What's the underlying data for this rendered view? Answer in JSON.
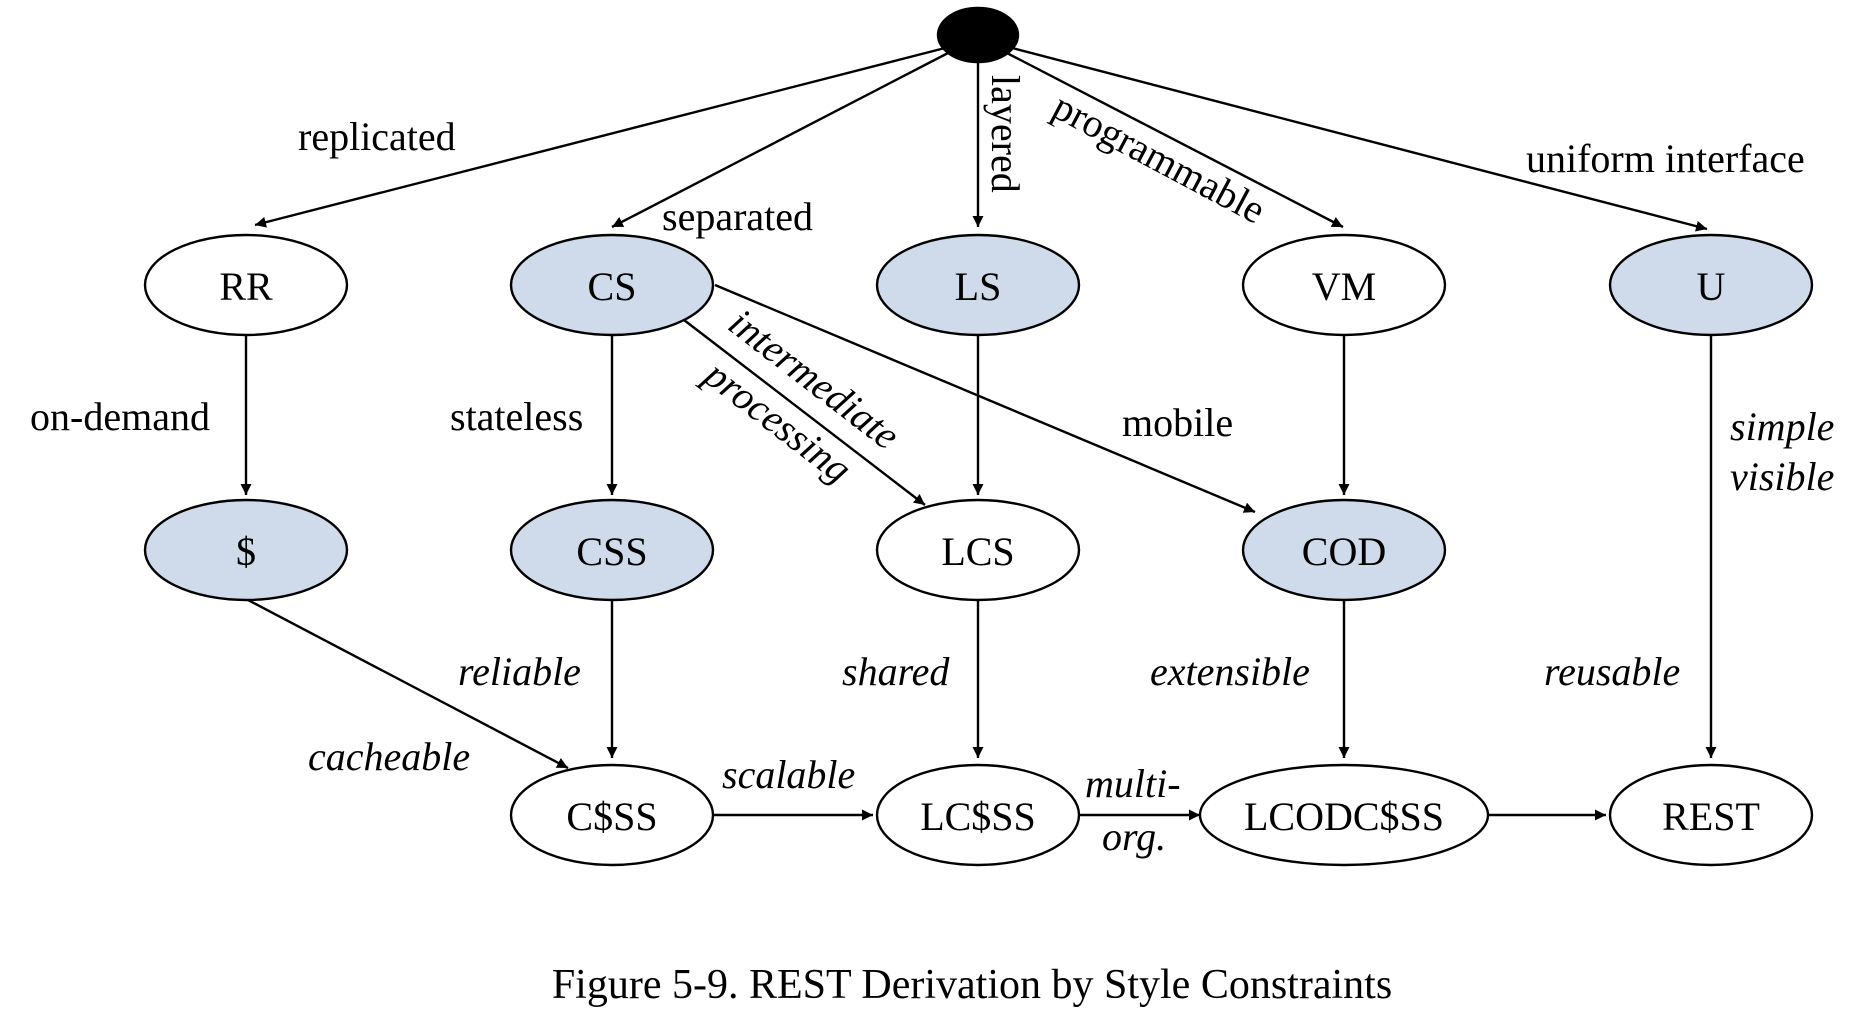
{
  "caption": "Figure 5-9. REST Derivation by Style Constraints",
  "colors": {
    "highlight_fill": "#cfdaea",
    "plain_fill": "#ffffff",
    "root_fill": "#000000",
    "stroke": "#000000"
  },
  "nodes": {
    "root": {
      "label": "",
      "highlighted": false
    },
    "rr": {
      "label": "RR",
      "highlighted": false
    },
    "cs": {
      "label": "CS",
      "highlighted": true
    },
    "ls": {
      "label": "LS",
      "highlighted": true
    },
    "vm": {
      "label": "VM",
      "highlighted": false
    },
    "u": {
      "label": "U",
      "highlighted": true
    },
    "cache": {
      "label": "$",
      "highlighted": true
    },
    "css": {
      "label": "CSS",
      "highlighted": true
    },
    "lcs": {
      "label": "LCS",
      "highlighted": false
    },
    "cod": {
      "label": "COD",
      "highlighted": true
    },
    "ccss": {
      "label": "C$SS",
      "highlighted": false
    },
    "lccss": {
      "label": "LC$SS",
      "highlighted": false
    },
    "lcodccss": {
      "label": "LCODC$SS",
      "highlighted": false
    },
    "rest": {
      "label": "REST",
      "highlighted": false
    }
  },
  "edges": [
    {
      "from": "root",
      "to": "rr",
      "label": "replicated"
    },
    {
      "from": "root",
      "to": "cs",
      "label": "separated"
    },
    {
      "from": "root",
      "to": "ls",
      "label": "layered"
    },
    {
      "from": "root",
      "to": "vm",
      "label": "programmable"
    },
    {
      "from": "root",
      "to": "u",
      "label": "uniform interface"
    },
    {
      "from": "rr",
      "to": "cache",
      "label": "on-demand"
    },
    {
      "from": "cs",
      "to": "css",
      "label": "stateless"
    },
    {
      "from": "cs",
      "to": "lcs",
      "label": "intermediate processing"
    },
    {
      "from": "cs",
      "to": "cod",
      "label": "mobile"
    },
    {
      "from": "ls",
      "to": "lcs",
      "label": ""
    },
    {
      "from": "vm",
      "to": "cod",
      "label": ""
    },
    {
      "from": "u",
      "to": "rest",
      "label": "simple visible"
    },
    {
      "from": "cache",
      "to": "ccss",
      "label": "cacheable"
    },
    {
      "from": "css",
      "to": "ccss",
      "label": "reliable"
    },
    {
      "from": "lcs",
      "to": "lccss",
      "label": "shared"
    },
    {
      "from": "cod",
      "to": "lcodccss",
      "label": "extensible"
    },
    {
      "from": "ccss",
      "to": "lccss",
      "label": "scalable"
    },
    {
      "from": "lccss",
      "to": "lcodccss",
      "label": "multi-org."
    },
    {
      "from": "lcodccss",
      "to": "rest",
      "label": ""
    },
    {
      "from": "u",
      "to": "rest",
      "label": "reusable"
    }
  ],
  "labels": {
    "replicated": "replicated",
    "separated": "separated",
    "layered": "layered",
    "programmable": "programmable",
    "uniform_interface": "uniform interface",
    "on_demand": "on-demand",
    "stateless": "stateless",
    "intermediate": "intermediate",
    "processing": "processing",
    "mobile": "mobile",
    "simple": "simple",
    "visible": "visible",
    "cacheable": "cacheable",
    "reliable": "reliable",
    "shared": "shared",
    "extensible": "extensible",
    "reusable": "reusable",
    "scalable": "scalable",
    "multi": "multi-",
    "org": "org."
  }
}
